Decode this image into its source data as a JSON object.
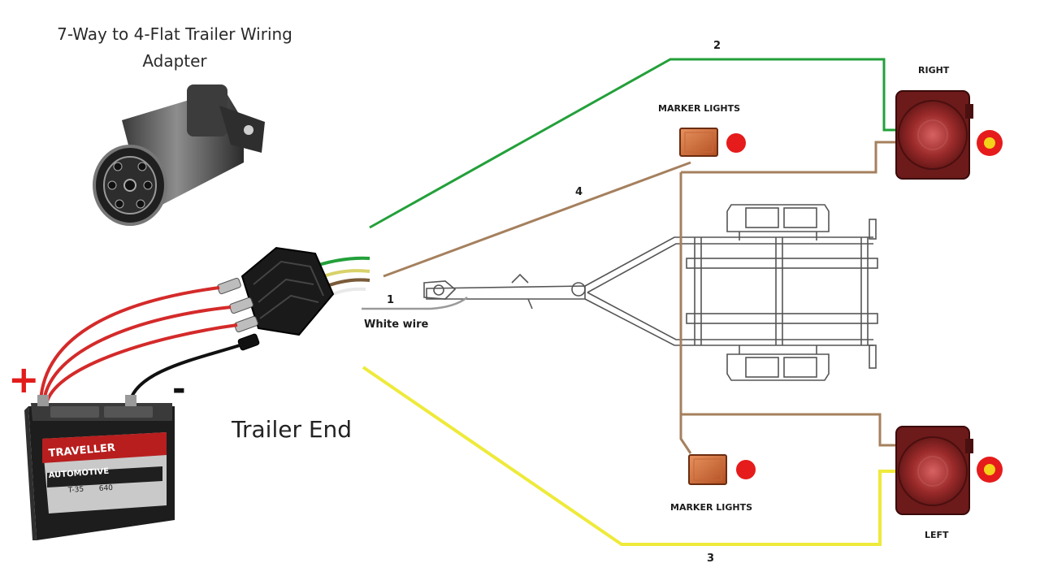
{
  "title": {
    "line1": "7-Way to 4-Flat Trailer Wiring",
    "line2": "Adapter"
  },
  "trailer_end": "Trailer End",
  "white_wire": "White wire",
  "polarity": {
    "positive": "+",
    "negative": "-"
  },
  "wire_numbers": {
    "wire1": "1",
    "wire2": "2",
    "wire3": "3",
    "wire4": "4"
  },
  "lights": {
    "right": "RIGHT",
    "left": "LEFT",
    "marker_top": "MARKER LIGHTS",
    "marker_bottom": "MARKER LIGHTS"
  },
  "battery": {
    "brand": "TRAVELLER",
    "type": "AUTOMOTIVE",
    "model": "T-35",
    "rating": "640"
  },
  "colors": {
    "green_wire": "#23a03a",
    "brown_wire": "#a5805e",
    "yellow_wire": "#eeea3a",
    "red_wire": "#d42a2a",
    "black_wire": "#111111",
    "indicator_red": "#e61b1b",
    "indicator_yellow": "#f4d21a"
  }
}
